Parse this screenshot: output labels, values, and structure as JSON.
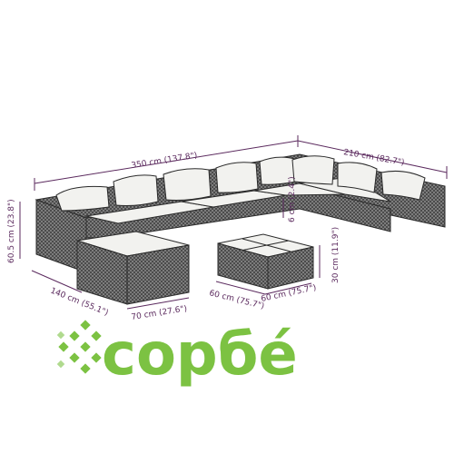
{
  "dimensions": {
    "total_length": "350 cm (137.8\")",
    "total_depth": "210 cm (82.7\")",
    "seat_height": "60.5 cm (23.8\")",
    "left_depth": "140 cm (55.1\")",
    "ottoman_width": "70 cm (27.6\")",
    "table_width_a": "60 cm (75.7\")",
    "table_width_b": "60 cm (75.7\")",
    "table_height": "30 cm (11.9\")",
    "back_height": "6 cm (2.4\")"
  },
  "logo": {
    "text": "сорбé",
    "color": "#7cc242"
  },
  "colors": {
    "dimension_line": "#5b2a5e",
    "rattan": "#6b6b6b",
    "cushion": "#f2f2ef",
    "outline": "#2a2a2a"
  }
}
